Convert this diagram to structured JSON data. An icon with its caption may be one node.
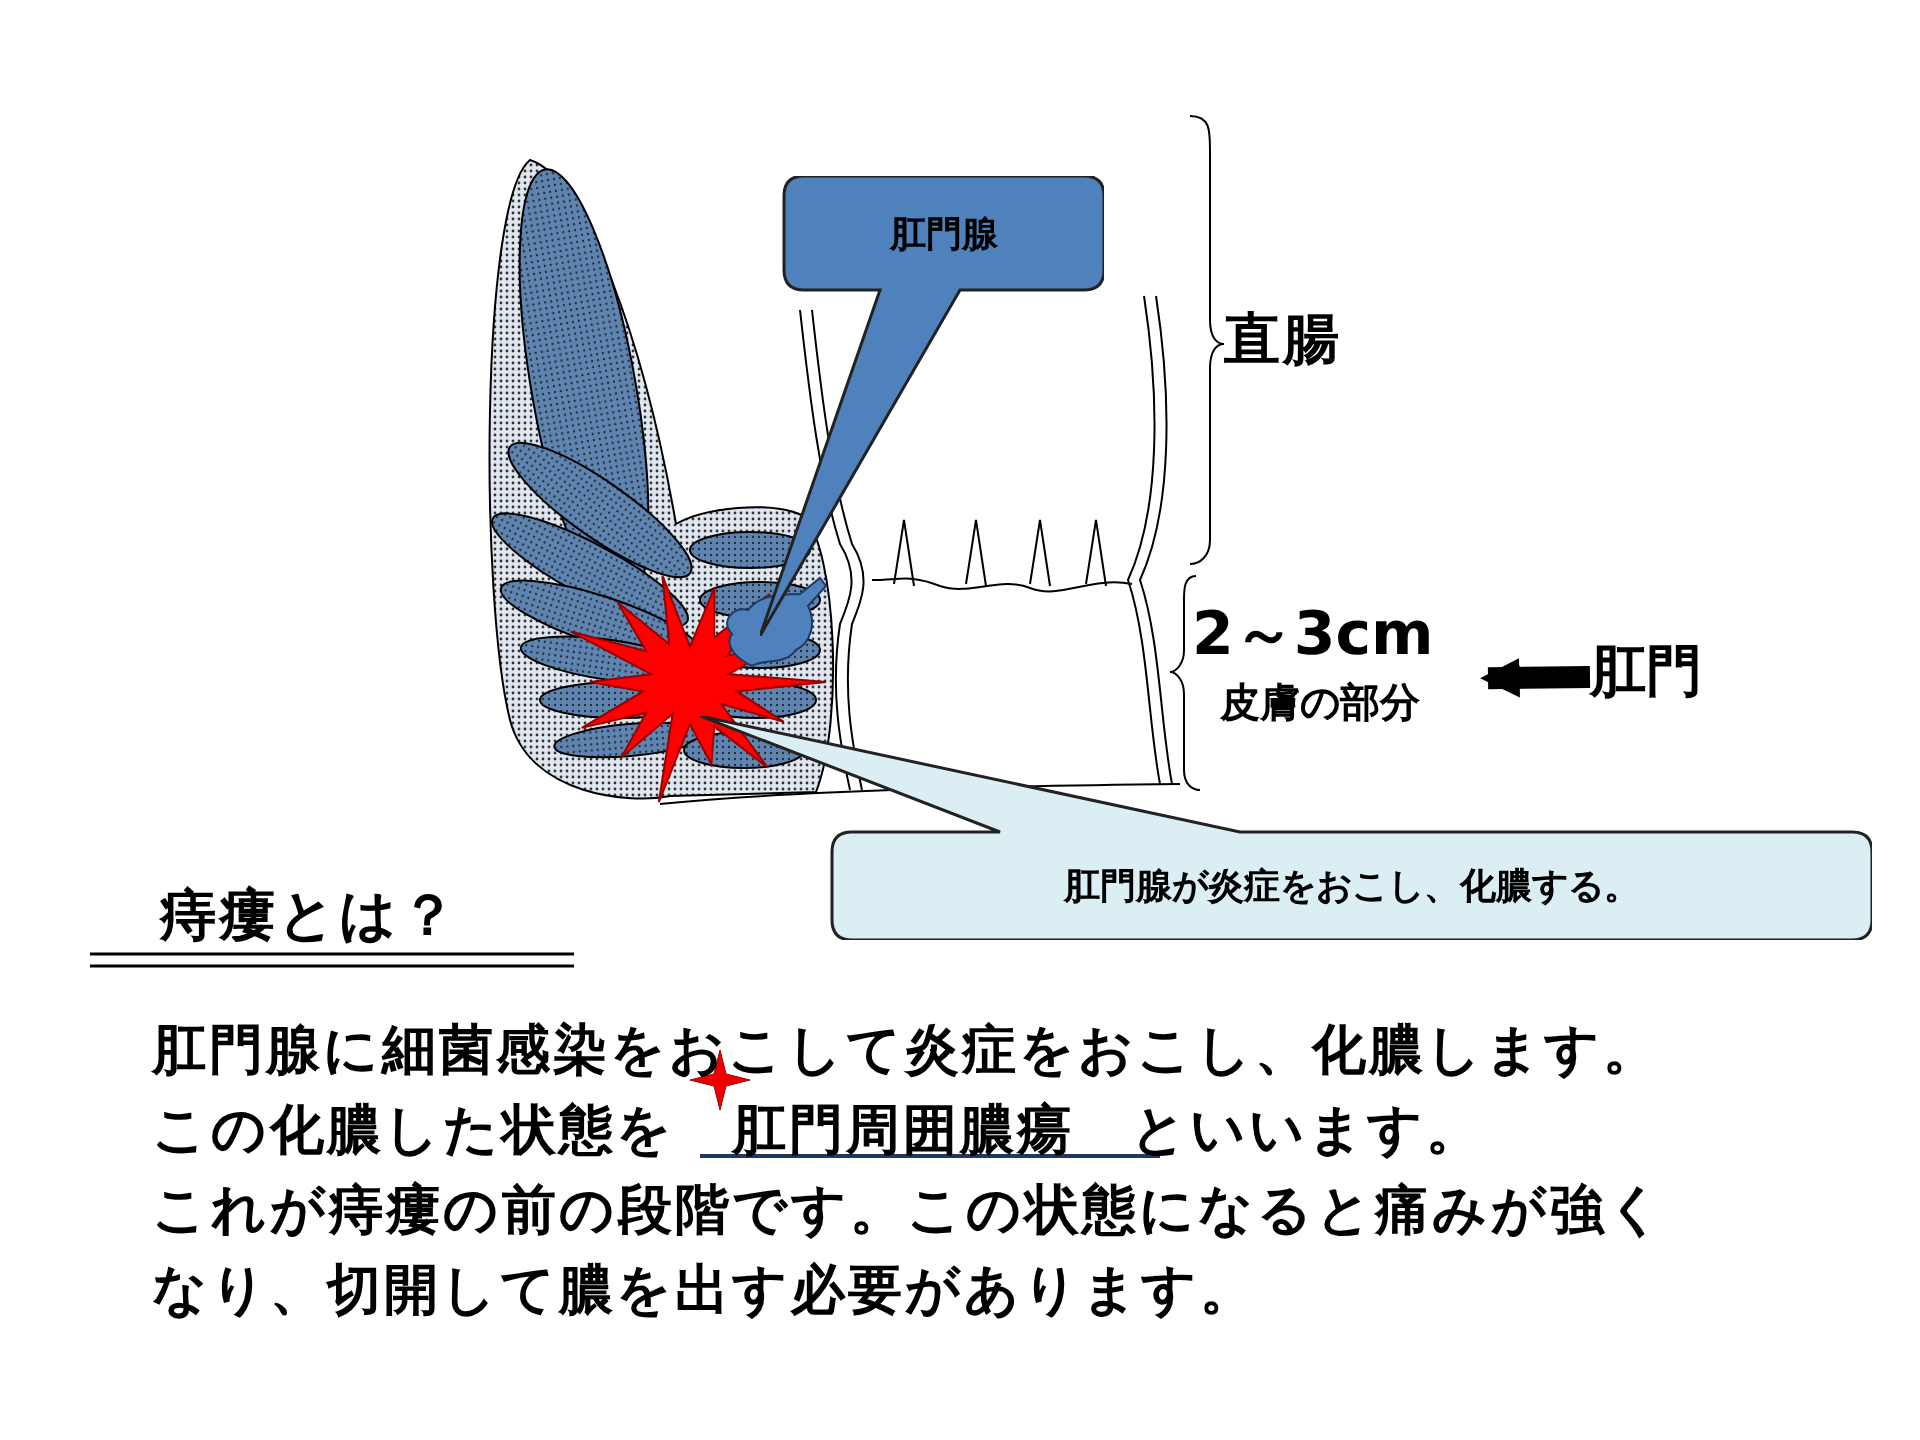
{
  "diagram": {
    "nodes": [
      {
        "text": [
          "肛門腺"
        ]
      },
      {
        "text": [
          "2～3cm",
          "皮膚の部分"
        ]
      },
      {
        "text": [
          "肛門"
        ]
      },
      {
        "text": [
          "肛門腺が炎症をおこし、化膿する。"
        ]
      }
    ],
    "edges": [
      {
        "from": 2,
        "to": 1,
        "arrow": "to"
      }
    ],
    "labels": [
      "直腸",
      "痔瘻とは？",
      "肛門腺に細菌感染をおこして炎症をおこし、化膿します。",
      "この化膿した状態を　肛門周囲膿瘍　といいます。",
      "これが痔瘻の前の段階です。この状態になると痛みが強くなり、切開して膿を出す必要があります。"
    ]
  }
}
